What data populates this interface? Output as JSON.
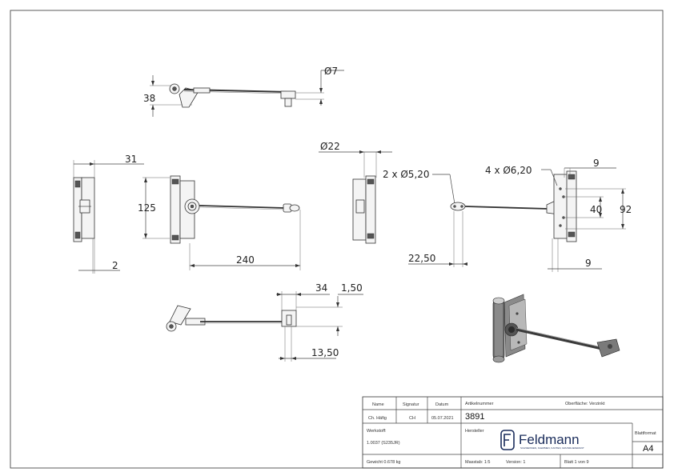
{
  "dimensions": {
    "top_view": {
      "diameter": "Ø7",
      "height": "38"
    },
    "side_left": {
      "width": "31",
      "offset": "2"
    },
    "front": {
      "height": "125",
      "length": "240"
    },
    "side_right": {
      "diameter": "Ø22"
    },
    "back": {
      "holes_small": "2 x Ø5,20",
      "holes_large": "4 x Ø6,20",
      "top": "9",
      "spacing": "40",
      "total": "92",
      "arm_offset": "22,50",
      "bottom": "9"
    },
    "bottom_view": {
      "width": "34",
      "thickness": "1,50",
      "offset": "13,50"
    }
  },
  "title_block": {
    "headers": {
      "name": "Name",
      "signature": "Signatur",
      "date": "Datum"
    },
    "drawn_by": {
      "name": "Ch. Häfig",
      "signature": "CH",
      "date": "05.07.2021"
    },
    "material_label": "Werkstoff:",
    "material_value": "1.0037 (S235JR)",
    "weight": "Gewicht 0.678 kg",
    "article_label": "Artikelnummer",
    "article_number": "3891",
    "surface": "Oberfläche:  Verzinkt",
    "manufacturer_label": "Hersteller",
    "logo_text": "Feldmann",
    "logo_tagline": "SCHWEISSEN, KLEMMEN, KANTEN, GRUNDLIEFERANT",
    "scale": "Masstab: 1:5",
    "version": "Version: 1",
    "sheet": "Blatt 1 von 9",
    "format_label": "Blattformat",
    "format_value": "A4"
  },
  "colors": {
    "line": "#444444",
    "logo": "#1a2c5b"
  }
}
